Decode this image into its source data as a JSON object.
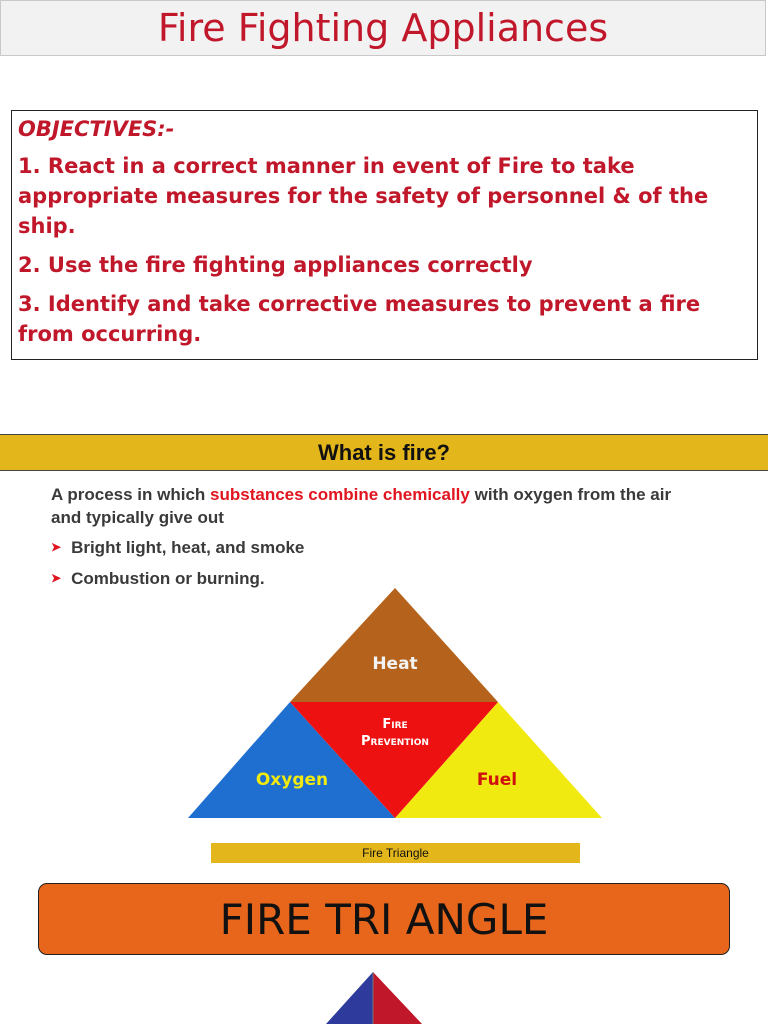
{
  "header": {
    "title": "Fire Fighting Appliances"
  },
  "objectives": {
    "heading": "OBJECTIVES:-",
    "items": [
      "1. React in a correct manner in event of Fire to take appropriate measures for the safety of personnel & of the ship.",
      "2. Use the  fire fighting appliances correctly",
      "3. Identify and take corrective measures to prevent a fire from occurring."
    ]
  },
  "section": {
    "title": "What is fire?",
    "desc_pre": "A process in which ",
    "desc_highlight": "substances combine chemically",
    "desc_post": " with oxygen from the air and typically give out",
    "bullets": [
      "Bright light, heat, and smoke",
      "Combustion or burning."
    ]
  },
  "triangle": {
    "top": "Heat",
    "center_line1": "Fire",
    "center_line2": "Prevention",
    "left": "Oxygen",
    "right": "Fuel",
    "caption": "Fire Triangle",
    "colors": {
      "heat": "#b5631c",
      "center": "#ee1111",
      "oxygen": "#1f6fd0",
      "fuel": "#f0ea10"
    }
  },
  "banner": {
    "title": "FIRE TRI ANGLE"
  }
}
